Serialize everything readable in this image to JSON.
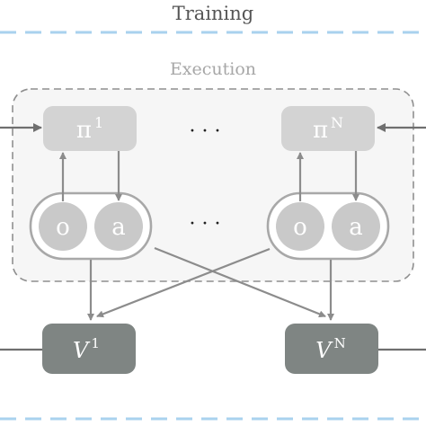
{
  "labels": {
    "training": "Training",
    "execution": "Execution",
    "ellipsis": "· · ·"
  },
  "agents": [
    {
      "policy_base": "π",
      "policy_sup": "1",
      "value_base": "V",
      "value_sup": "1",
      "obs": "o",
      "act": "a"
    },
    {
      "policy_base": "π",
      "policy_sup": "N",
      "value_base": "V",
      "value_sup": "N",
      "obs": "o",
      "act": "a"
    }
  ],
  "colors": {
    "dashed_blue": "#a9d2ee",
    "execution_border": "#8f8f8f",
    "execution_fill": "#f6f6f6",
    "policy_fill": "#d3d3d3",
    "oa_circle_fill": "#c9c9c9",
    "oa_group_stroke": "#a8a8a8",
    "value_fill": "#7f8583",
    "arrow_gray": "#8c8c8c",
    "label_gray": "#a7a7a7",
    "white": "#ffffff"
  }
}
